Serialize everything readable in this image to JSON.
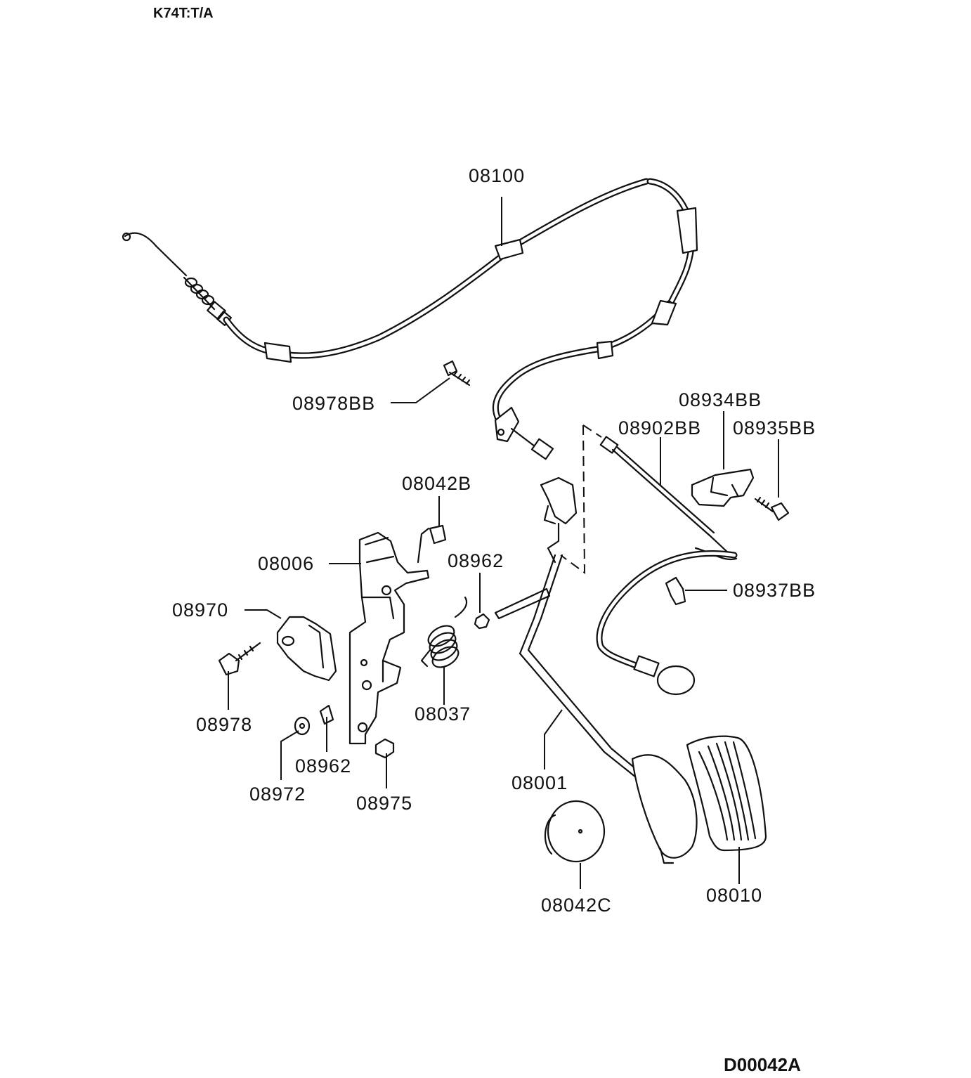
{
  "header": {
    "code": "K74T:T/A"
  },
  "footer": {
    "diagram_id": "D00042A"
  },
  "callouts": {
    "c08100": "08100",
    "c08978BB": "08978BB",
    "c08934BB": "08934BB",
    "c08902BB": "08902BB",
    "c08935BB": "08935BB",
    "c08042B": "08042B",
    "c08006": "08006",
    "c08962a": "08962",
    "c08937BB": "08937BB",
    "c08970": "08970",
    "c08978": "08978",
    "c08037": "08037",
    "c08962b": "08962",
    "c08972": "08972",
    "c08975": "08975",
    "c08001": "08001",
    "c08042C": "08042C",
    "c08010": "08010"
  }
}
